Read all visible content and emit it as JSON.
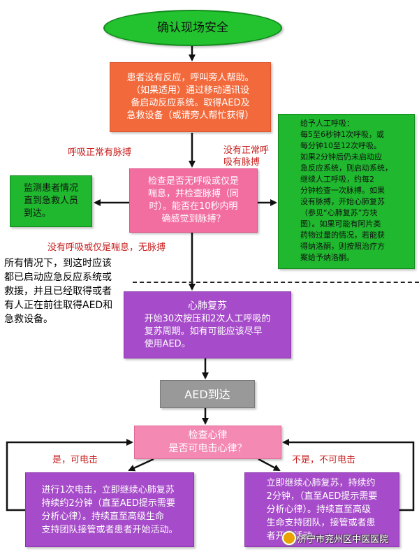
{
  "nodes": {
    "start": "确认现场安全",
    "call_help": "患者没有反应，呼叫旁人帮助。\n（如果适用）通过移动通讯设\n备启动反应系统。取得AED及\n急救设备（或请旁人帮忙获得）",
    "check_breathing": "检查是否无呼吸或仅是\n喘息，并检查脉搏（同\n时）。能否在10秒内明\n确感觉到脉搏？",
    "monitor": "监测患者情况\n直到急救人员\n到达。",
    "rescue_breathing": "给予人工呼吸：\n每5至6秒钟1次呼吸，或\n每分钟10至12次呼吸。\n如果2分钟后仍未启动应\n急反应系统，则启动系统，\n继续人工呼吸，约每2\n分钟检查一次脉搏。如果\n没有脉搏，开始心肺复苏\n（参见“心肺复苏”方块\n图）。如果可能有阿片类\n药物过量的情况，若能获\n得纳洛酮，则按照治疗方\n案给予纳洛酮。",
    "cpr_title": "心肺复苏",
    "cpr_text": "开始30次按压和2次人工呼吸的\n复苏周期。如有可能应该尽早\n使用AED。",
    "aed_arrives": "AED到达",
    "check_rhythm": "检查心律\n是否可电击心律？",
    "shock": "进行1次电击，立即继续心肺复苏\n持续约2分钟（直至AED提示需要\n分析心律）。持续直至高级生命\n支持团队接管或者患者开始活动。",
    "no_shock": "立即继续心肺复苏，持续约\n2分钟，（直至AED提示需要\n分析心律）。持续直至高级\n生命支持团队，接管或者患\n者开始活动。"
  },
  "labels": {
    "normal": "呼吸正常有脉搏",
    "abnormal": "没有正常呼\n吸有脉搏",
    "no_breath": "没有呼吸或仅是喘息，无脉搏",
    "yes_shockable": "是，可电击",
    "not_shockable": "不是，不可电击"
  },
  "side_note": "所有情况下，到这时应该\n都已启动应急反应系统或\n救援，并且已经取得或者\n有人正在前往取得AED和\n急救设备。",
  "watermark": "济宁市兖州区中医医院",
  "colors": {
    "start_green": "#22c32f",
    "orange": "#f26a3c",
    "pink": "#f26ea1",
    "green": "#1fb82e",
    "purple": "#a64bc9",
    "gray": "#999999",
    "label_red": "#c81e1e"
  }
}
